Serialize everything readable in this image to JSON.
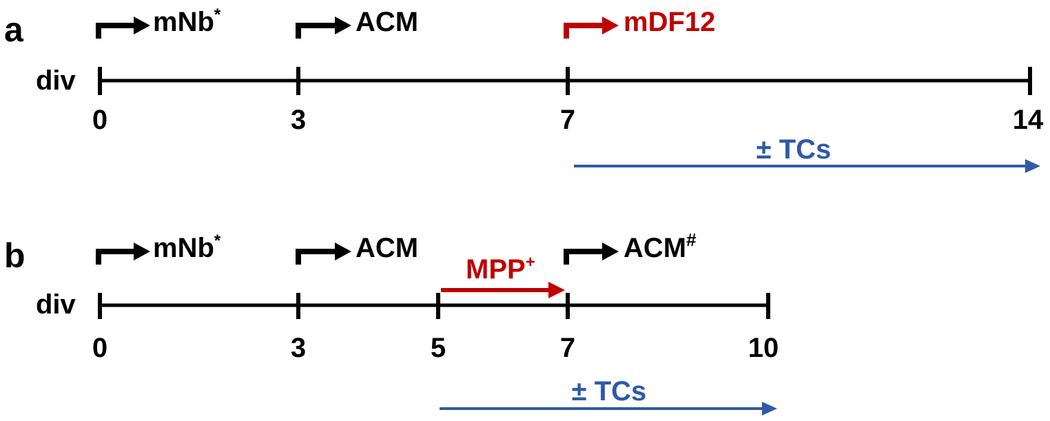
{
  "panels": [
    {
      "letter": "a",
      "axis_label": "div",
      "ticks": [
        "0",
        "3",
        "7",
        "14"
      ],
      "steps": [
        {
          "label": "mNb",
          "sup": "*",
          "color": "#000000"
        },
        {
          "label": "ACM",
          "sup": "",
          "color": "#000000"
        },
        {
          "label": "mDF12",
          "sup": "",
          "color": "#c00000"
        }
      ],
      "treatment": {
        "label": "± TCs",
        "color": "#2e5aa8"
      }
    },
    {
      "letter": "b",
      "axis_label": "div",
      "ticks": [
        "0",
        "3",
        "5",
        "7",
        "10"
      ],
      "steps": [
        {
          "label": "mNb",
          "sup": "*",
          "color": "#000000"
        },
        {
          "label": "ACM",
          "sup": "",
          "color": "#000000"
        },
        {
          "label": "ACM",
          "sup": "#",
          "color": "#000000"
        }
      ],
      "exposure": {
        "label": "MPP",
        "sup": "+",
        "color": "#c00000"
      },
      "treatment": {
        "label": "± TCs",
        "color": "#2e5aa8"
      }
    }
  ]
}
